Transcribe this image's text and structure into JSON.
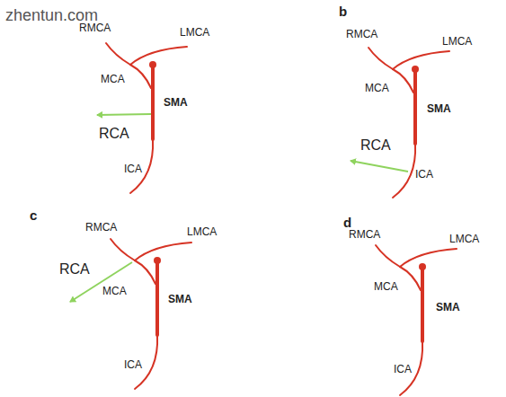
{
  "diagram": {
    "labels": [
      "zhentun.com",
      "RMCA",
      "LMCA",
      "MCA",
      "SMA",
      "RCA",
      "ICA",
      "b",
      "RMCA",
      "LMCA",
      "MCA",
      "SMA",
      "RCA",
      "ICA",
      "c",
      "RMCA",
      "LMCA",
      "RCA",
      "MCA",
      "SMA",
      "ICA",
      "d",
      "RMCA",
      "LMCA",
      "MCA",
      "SMA",
      "ICA"
    ]
  }
}
